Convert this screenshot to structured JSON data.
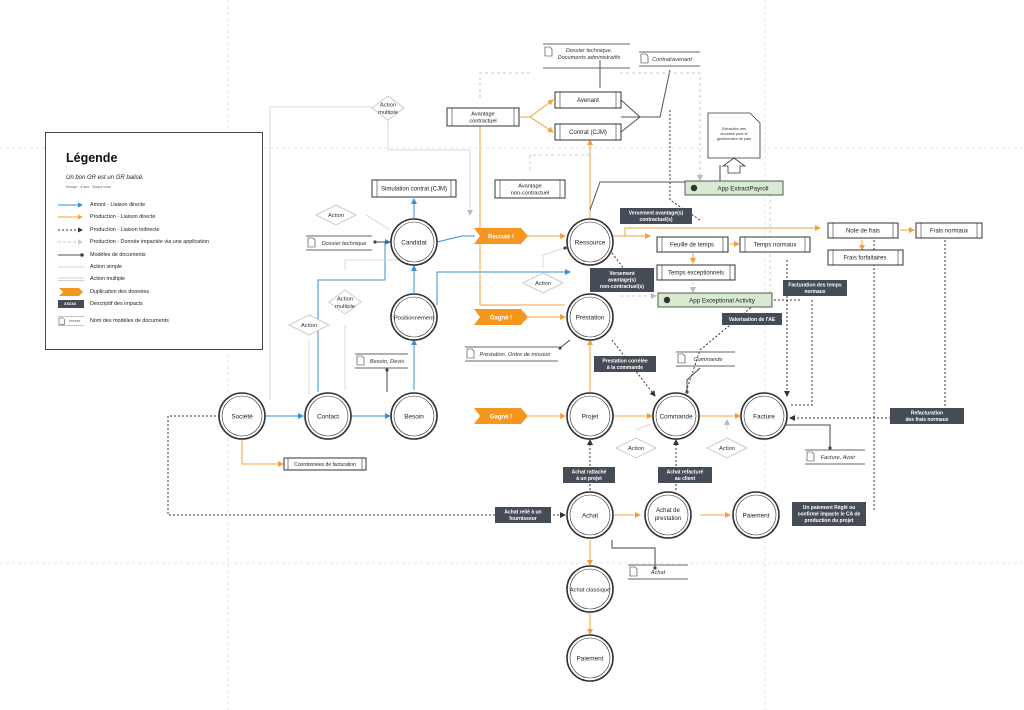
{
  "legend": {
    "title": "Légende",
    "subtitle": "Un bon GR est un GR balisé.",
    "meta": "Mongo · 4 ans · Scope ruba",
    "items": [
      {
        "label": "Amont - Liaison directe",
        "color": "#3a8fd6"
      },
      {
        "label": "Production - Liaison directe",
        "color": "#f5a03c"
      },
      {
        "label": "Production - Liaison indirecte",
        "color": "#333333"
      },
      {
        "label": "Production - Donnée impactée via une application",
        "color": "#c8c8c8"
      },
      {
        "label": "Modèles de documents",
        "color": "#555555"
      },
      {
        "label": "Action simple",
        "color": "#cccccc"
      },
      {
        "label": "Action multiple",
        "color": "#cccccc"
      },
      {
        "label": "Duplication des données",
        "color": "#f5961e"
      },
      {
        "label": "Descriptif des impacts",
        "color": "#454c55"
      },
      {
        "label": "Nom des modèles de documents",
        "color": "#555555"
      }
    ],
    "impact_sample": "xxxxx",
    "doc_sample": "xxxxxx"
  },
  "nodes": {
    "societe": "Société",
    "contact": "Contact",
    "besoin": "Besoin",
    "projet": "Projet",
    "commande": "Commande",
    "facture": "Facture",
    "candidat": "Candidat",
    "positionnement": "Positionnement",
    "ressource": "Ressource",
    "prestation": "Prestation",
    "achat": "Achat",
    "achat_prestation": "Achat de prestation",
    "paiement_achat": "Paiement",
    "achat_classique": "Achat classique",
    "paiement": "Paiement"
  },
  "boxes": {
    "simulation_contrat": "Simulation contrat (CJM)",
    "avenant": "Avenant",
    "contrat": "Contrat (CJM)",
    "avantage_contractuel": "Avantage contractuel",
    "avantage_non_contractuel": "Avantage non-contractuel",
    "feuille_temps": "Feuille de temps",
    "temps_normaux": "Temps normaux",
    "temps_exceptionnels": "Temps exceptionnels",
    "note_frais": "Note de frais",
    "frais_normaux": "Frais normaux",
    "frais_forfaitaires": "Frais forfaitaires",
    "coordonnees_facturation": "Coordonnées de facturation"
  },
  "apps": {
    "extract_payroll": "App ExtractPayroll",
    "exceptional_activity": "App Exceptional Activity"
  },
  "duplications": {
    "recrute": "Recruté !",
    "gagne_positionnement": "Gagné !",
    "gagne_besoin": "Gagné !"
  },
  "actions": {
    "action": "Action",
    "action_multiple": "Action multiple"
  },
  "documents": {
    "dossier_technique_admin": "Dossier technique, Documents administratifs",
    "contrat_avenant": "Contrat/avenant",
    "dossier_technique": "Dossier technique",
    "besoin_devis": "Besoin, Devis",
    "prestation_ordre": "Prestation, Ordre de mission",
    "commande": "Commande",
    "facture_avoir": "Facture, Avoir",
    "achat": "Achat",
    "extraction_donnees": "Extraction des données pour le gestionnaire de paie"
  },
  "impacts": {
    "versement_contractuels": "Versement avantage(s) contractuel(s)",
    "versement_non_contractuels": "Versement avantage(s) non-contractuel(s)",
    "facturation_temps_normaux": "Facturation des temps normaux",
    "valorisation_ae": "Valorisation de l'AE",
    "prestation_correlee": "Prestation corrélée à la commande",
    "refacturation_frais": "Refacturation des frais normaux",
    "achat_rattache": "Achat rattaché à un projet",
    "achat_refacture": "Achat refacturé au client",
    "achat_fournisseur": "Achat relié à un fournisseur",
    "paiement_regle": "Un paiement Réglé ou confirmé impacte le CA de production du projet"
  }
}
